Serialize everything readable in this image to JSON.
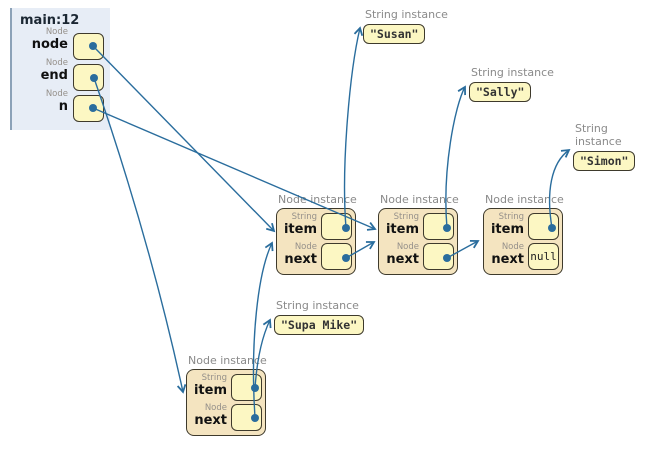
{
  "frame": {
    "title": "main:12",
    "variables": [
      {
        "type": "Node",
        "name": "node"
      },
      {
        "type": "Node",
        "name": "end"
      },
      {
        "type": "Node",
        "name": "n"
      }
    ]
  },
  "nodes": [
    {
      "label": "Node instance",
      "fields": [
        {
          "type": "String",
          "name": "item"
        },
        {
          "type": "Node",
          "name": "next"
        }
      ]
    },
    {
      "label": "Node instance",
      "fields": [
        {
          "type": "String",
          "name": "item"
        },
        {
          "type": "Node",
          "name": "next"
        }
      ]
    },
    {
      "label": "Node instance",
      "fields": [
        {
          "type": "String",
          "name": "item"
        },
        {
          "type": "Node",
          "name": "next",
          "value": "null"
        }
      ]
    },
    {
      "label": "Node instance",
      "fields": [
        {
          "type": "String",
          "name": "item"
        },
        {
          "type": "Node",
          "name": "next"
        }
      ]
    }
  ],
  "strings": [
    {
      "label": "String instance",
      "value": "\"Susan\""
    },
    {
      "label": "String instance",
      "value": "\"Sally\""
    },
    {
      "label": "String instance",
      "value": "\"Simon\""
    },
    {
      "label": "String instance",
      "value": "\"Supa Mike\""
    }
  ],
  "edges": [
    {
      "from": "main.node",
      "to": "node-instance-1"
    },
    {
      "from": "main.end",
      "to": "node-instance-4"
    },
    {
      "from": "main.n",
      "to": "node-instance-2"
    },
    {
      "from": "node-instance-1.item",
      "to": "string-susan"
    },
    {
      "from": "node-instance-1.next",
      "to": "node-instance-2"
    },
    {
      "from": "node-instance-2.item",
      "to": "string-sally"
    },
    {
      "from": "node-instance-2.next",
      "to": "node-instance-3"
    },
    {
      "from": "node-instance-3.item",
      "to": "string-simon"
    },
    {
      "from": "node-instance-3.next",
      "value": "null"
    },
    {
      "from": "node-instance-4.item",
      "to": "string-supa-mike"
    },
    {
      "from": "node-instance-4.next",
      "to": "node-instance-1"
    }
  ],
  "colors": {
    "arrow": "#2a6d9d",
    "frame_bg": "#e7edf6",
    "frame_border": "#8ca2b8",
    "node_fill": "#f4e4c0",
    "pointer_fill": "#fcf7c3",
    "box_border": "#3e3a2c",
    "label_gray": "#8a8a8a"
  }
}
